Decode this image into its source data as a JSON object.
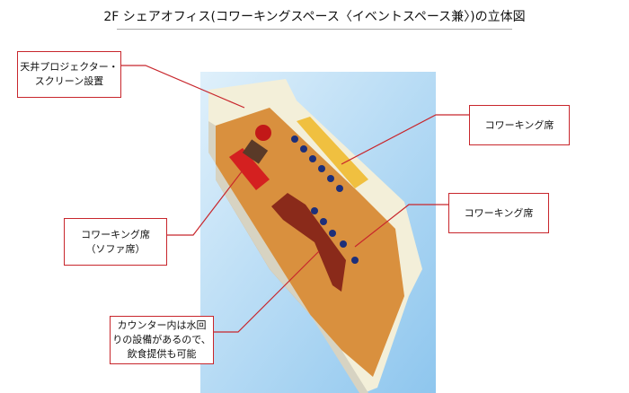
{
  "title": "2F シェアオフィス(コワーキングスペース〈イベントスペース兼〉)の立体図",
  "callouts": {
    "projector": [
      "天井プロジェクター・",
      "スクリーン設置"
    ],
    "coworking1": [
      "コワーキング席"
    ],
    "coworking2": [
      "コワーキング席"
    ],
    "sofa": [
      "コワーキング席",
      "（ソファ席）"
    ],
    "counter": [
      "カウンター内は水回",
      "りの設備があるので、",
      "飲食提供も可能"
    ]
  },
  "colors": {
    "accent": "#c8262c",
    "floor": "#d9903e",
    "wall": "#f3efd9",
    "sky": "#a9d3f0"
  }
}
